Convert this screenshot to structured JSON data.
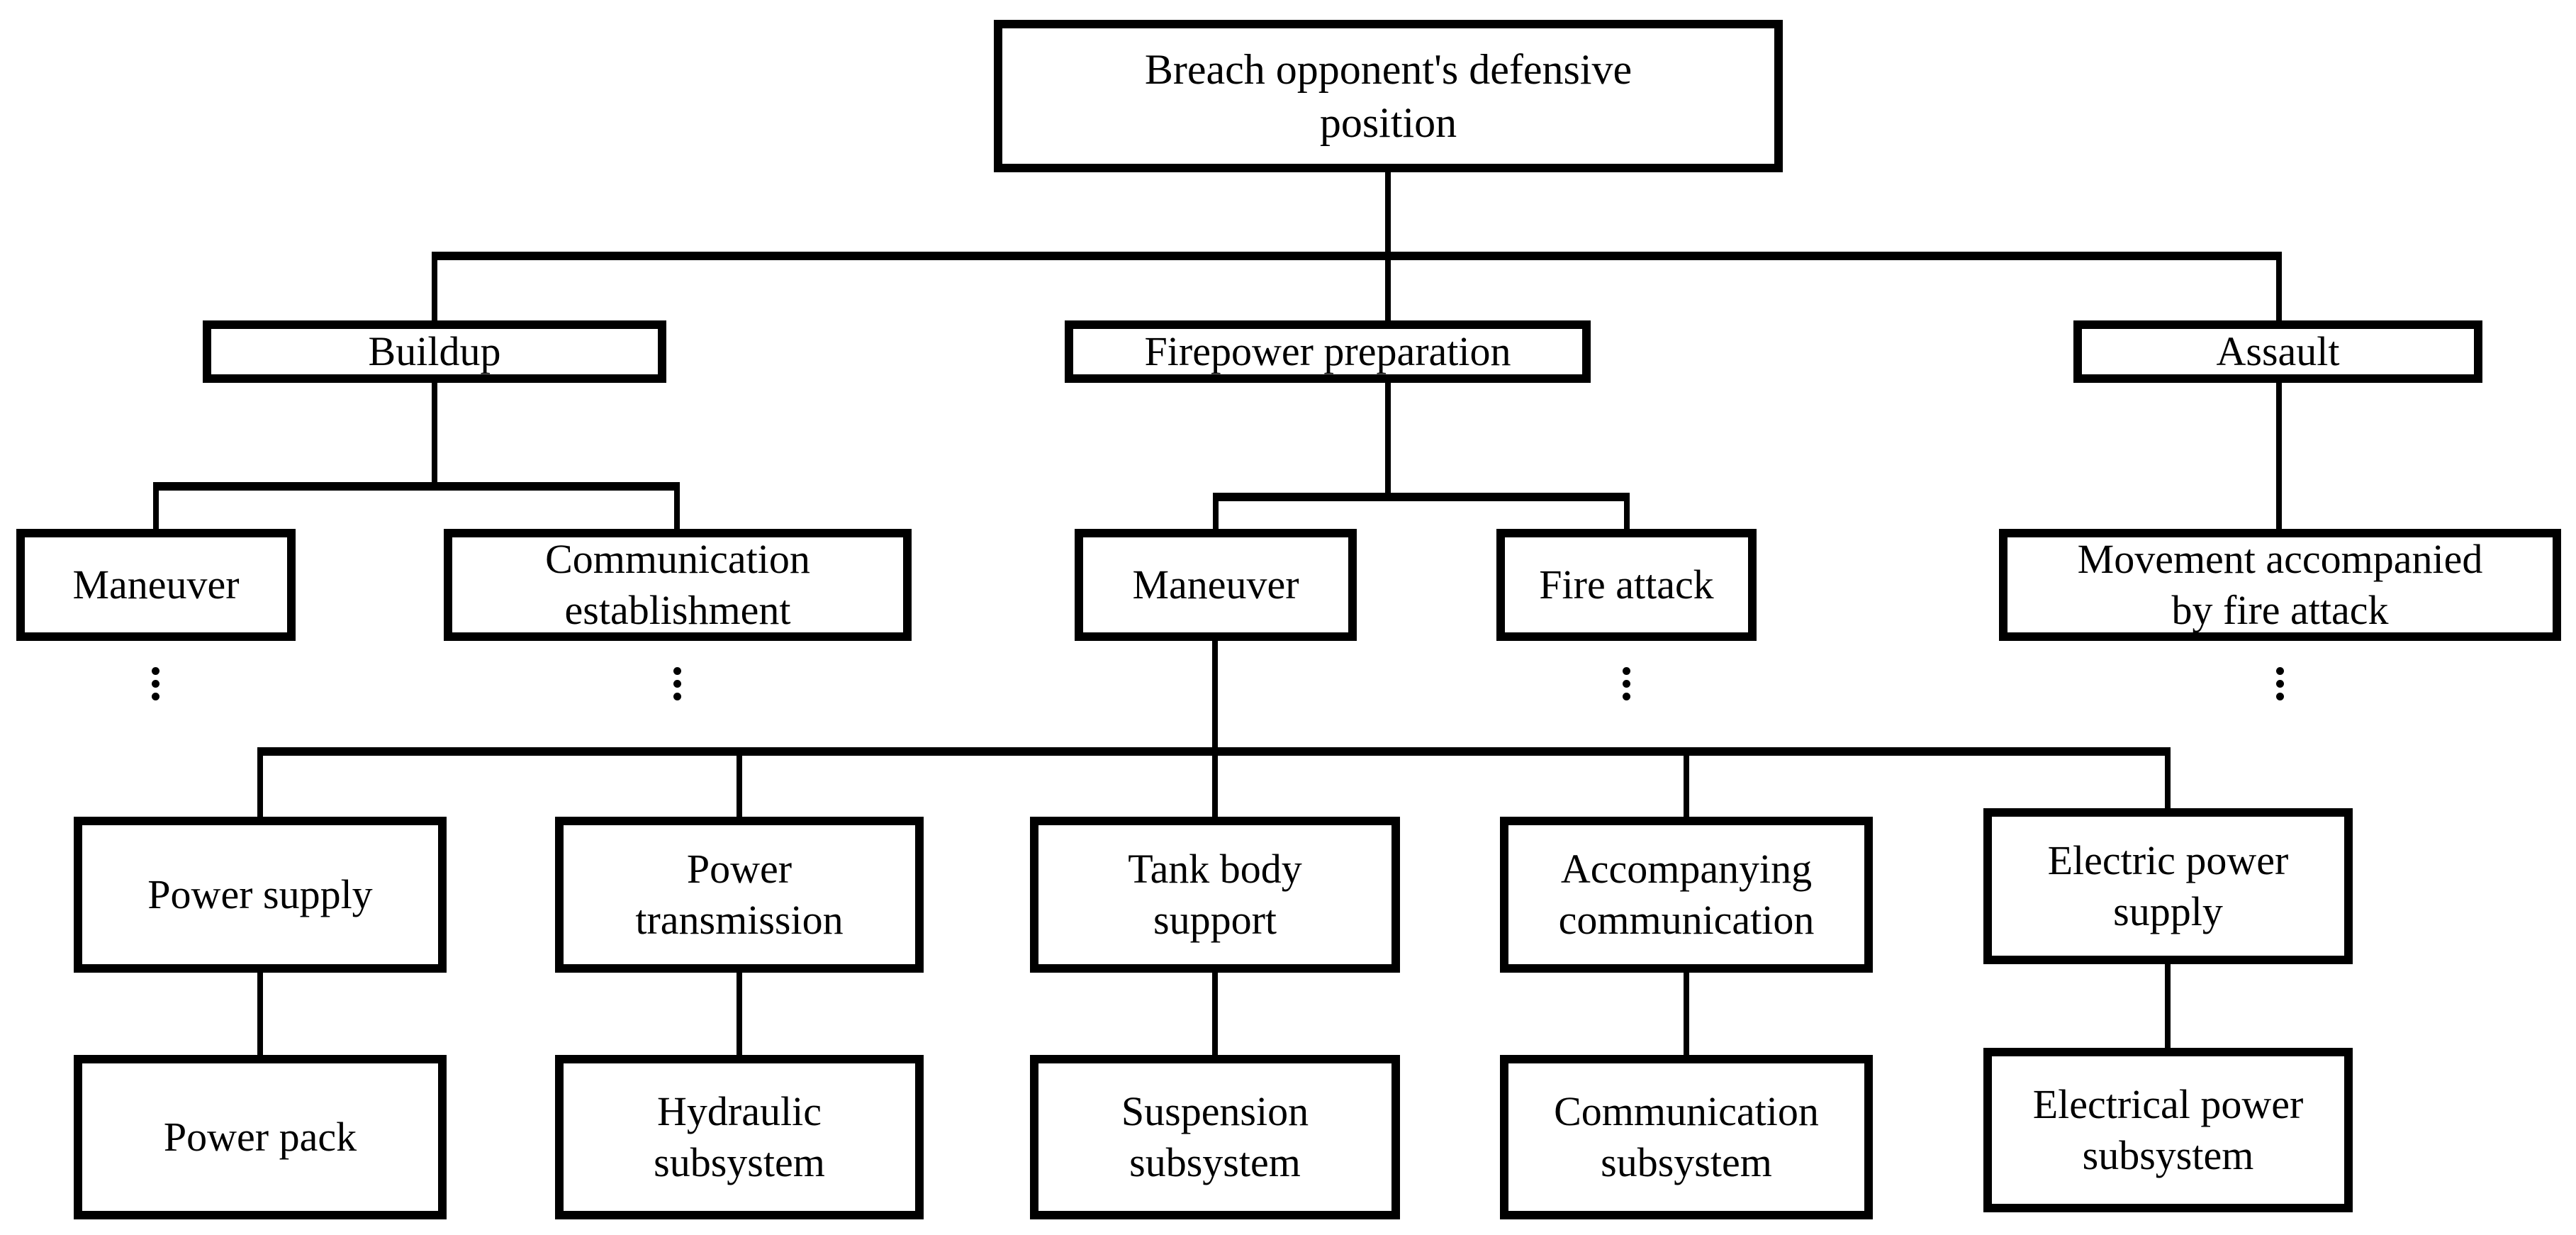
{
  "diagram": {
    "title": "Breach opponent's defensive position hierarchy",
    "background_color": "#ffffff",
    "line_color": "#000000",
    "nodes": {
      "root": {
        "label": [
          "Breach opponent's defensive",
          "position"
        ]
      },
      "buildup": {
        "label": [
          "Buildup"
        ]
      },
      "firepower_preparation": {
        "label": [
          "Firepower preparation"
        ]
      },
      "assault": {
        "label": [
          "Assault"
        ]
      },
      "maneuver_buildup": {
        "label": [
          "Maneuver"
        ]
      },
      "communication_establishment": {
        "label": [
          "Communication",
          "establishment"
        ]
      },
      "maneuver_firepower": {
        "label": [
          "Maneuver"
        ]
      },
      "fire_attack": {
        "label": [
          "Fire attack"
        ]
      },
      "movement_accompanied": {
        "label": [
          "Movement accompanied",
          "by fire attack"
        ]
      },
      "power_supply": {
        "label": [
          "Power supply"
        ]
      },
      "power_transmission": {
        "label": [
          "Power",
          "transmission"
        ]
      },
      "tank_body_support": {
        "label": [
          "Tank body",
          "support"
        ]
      },
      "accompanying_communication": {
        "label": [
          "Accompanying",
          "communication"
        ]
      },
      "electric_power_supply": {
        "label": [
          "Electric power",
          "supply"
        ]
      },
      "power_pack": {
        "label": [
          "Power pack"
        ]
      },
      "hydraulic_subsystem": {
        "label": [
          "Hydraulic",
          "subsystem"
        ]
      },
      "suspension_subsystem": {
        "label": [
          "Suspension",
          "subsystem"
        ]
      },
      "communication_subsystem": {
        "label": [
          "Communication",
          "subsystem"
        ]
      },
      "electrical_power_subsystem": {
        "label": [
          "Electrical power",
          "subsystem"
        ]
      }
    },
    "edges": [
      [
        "root",
        "buildup"
      ],
      [
        "root",
        "firepower_preparation"
      ],
      [
        "root",
        "assault"
      ],
      [
        "buildup",
        "maneuver_buildup"
      ],
      [
        "buildup",
        "communication_establishment"
      ],
      [
        "firepower_preparation",
        "maneuver_firepower"
      ],
      [
        "firepower_preparation",
        "fire_attack"
      ],
      [
        "assault",
        "movement_accompanied"
      ],
      [
        "maneuver_firepower",
        "power_supply"
      ],
      [
        "maneuver_firepower",
        "power_transmission"
      ],
      [
        "maneuver_firepower",
        "tank_body_support"
      ],
      [
        "maneuver_firepower",
        "accompanying_communication"
      ],
      [
        "maneuver_firepower",
        "electric_power_supply"
      ],
      [
        "power_supply",
        "power_pack"
      ],
      [
        "power_transmission",
        "hydraulic_subsystem"
      ],
      [
        "tank_body_support",
        "suspension_subsystem"
      ],
      [
        "accompanying_communication",
        "communication_subsystem"
      ],
      [
        "electric_power_supply",
        "electrical_power_subsystem"
      ]
    ],
    "ellipsis_markers": [
      "below maneuver_buildup",
      "below communication_establishment",
      "below fire_attack",
      "below movement_accompanied"
    ],
    "ellipsis_symbol": "⋮"
  }
}
